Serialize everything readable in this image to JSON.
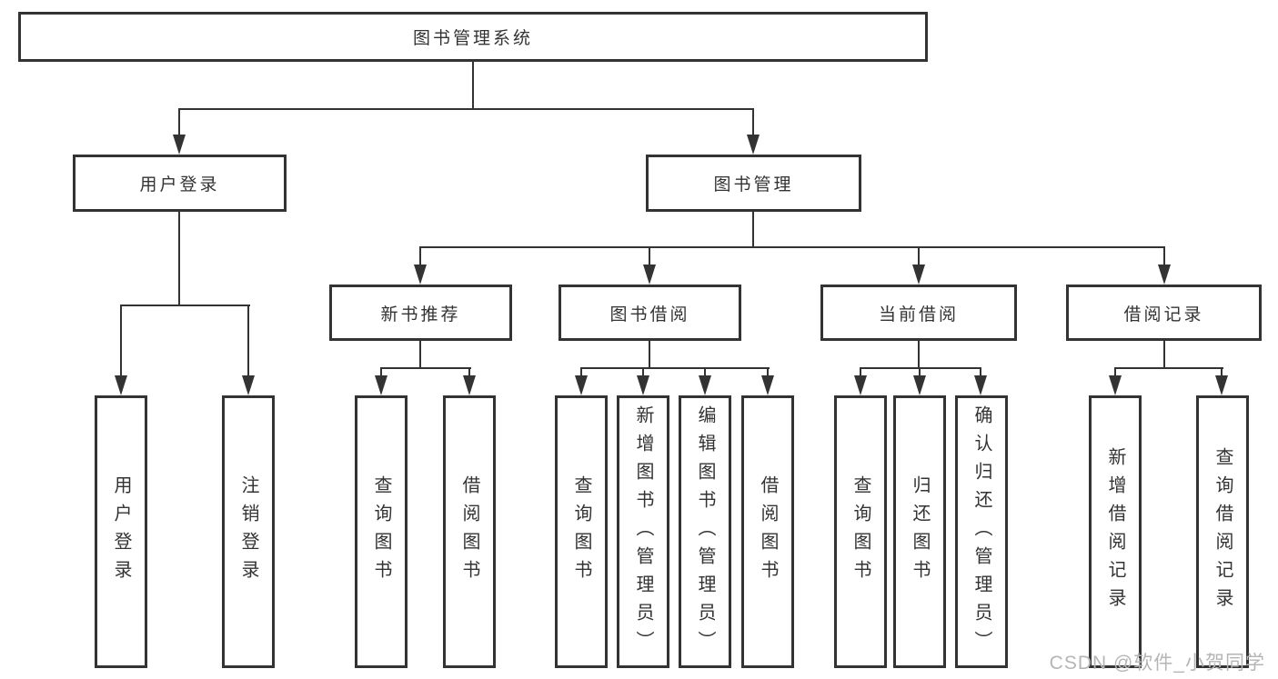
{
  "diagram_title": "图书管理系统",
  "tree": {
    "root": {
      "label": "图书管理系统",
      "children": [
        {
          "label": "用户登录",
          "children": [
            {
              "label": "用户登录"
            },
            {
              "label": "注销登录"
            }
          ]
        },
        {
          "label": "图书管理",
          "children": [
            {
              "label": "新书推荐",
              "children": [
                {
                  "label": "查询图书"
                },
                {
                  "label": "借阅图书"
                }
              ]
            },
            {
              "label": "图书借阅",
              "children": [
                {
                  "label": "查询图书"
                },
                {
                  "label": "新增图书（管理员）"
                },
                {
                  "label": "编辑图书（管理员）"
                },
                {
                  "label": "借阅图书"
                }
              ]
            },
            {
              "label": "当前借阅",
              "children": [
                {
                  "label": "查询图书"
                },
                {
                  "label": "归还图书"
                },
                {
                  "label": "确认归还（管理员）"
                }
              ]
            },
            {
              "label": "借阅记录",
              "children": [
                {
                  "label": "新增借阅记录"
                },
                {
                  "label": "查询借阅记录"
                }
              ]
            }
          ]
        }
      ]
    }
  },
  "watermark": {
    "text": "CSDN @软件_小贺同学"
  },
  "colors": {
    "line": "#333333",
    "text": "#333333",
    "box_background": "#ffffff",
    "page_background": "#ffffff",
    "watermark": "#b5b5b5"
  }
}
